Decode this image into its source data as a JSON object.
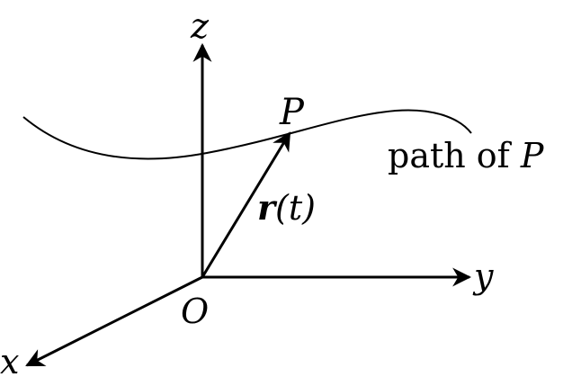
{
  "labels": {
    "z_axis": "z",
    "y_axis": "y",
    "x_axis": "x",
    "origin": "O",
    "point": "P",
    "vector_r": "r",
    "vector_arg": "(t)",
    "path_text": "path of ",
    "path_point": "P"
  },
  "colors": {
    "ink": "#000000",
    "background": "#ffffff"
  }
}
